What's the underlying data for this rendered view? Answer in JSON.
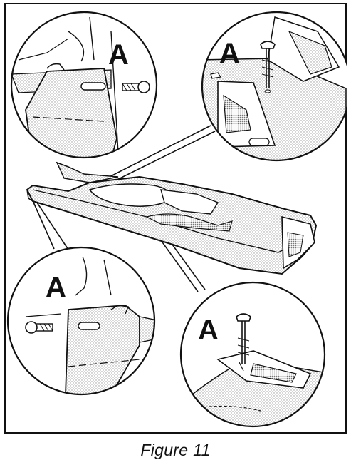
{
  "figure": {
    "caption": "Figure 11",
    "callouts": [
      {
        "letter": "A",
        "label_id": "top-left-detail"
      },
      {
        "letter": "A",
        "label_id": "top-right-detail"
      },
      {
        "letter": "A",
        "label_id": "bottom-left-detail"
      },
      {
        "letter": "A",
        "label_id": "bottom-right-detail"
      }
    ]
  }
}
